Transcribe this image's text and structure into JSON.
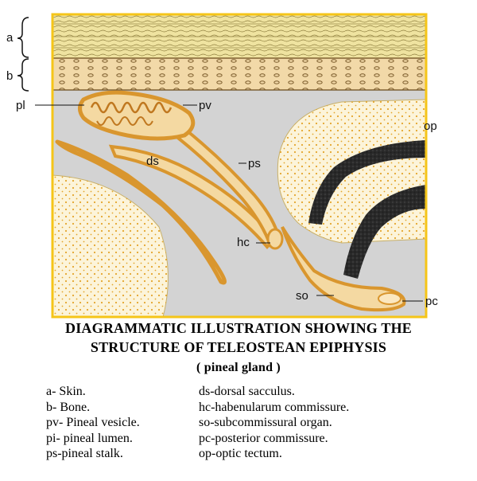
{
  "diagram": {
    "labels": {
      "a": "a",
      "b": "b",
      "pl": "pl",
      "pv": "pv",
      "ds": "ds",
      "ps": "ps",
      "hc": "hc",
      "so": "so",
      "pc": "pc",
      "op": "op"
    },
    "colors": {
      "frame": "#f5c518",
      "skin": "#efe3a0",
      "bone": "#f2d9a8",
      "cavity": "#d3d3d3",
      "tissue": "#fcf4da",
      "gland": "#d9962e",
      "gland_fill": "#f4d9a2",
      "dots": "#e3a52c",
      "tectum": "#2a2a2a"
    }
  },
  "caption": {
    "title_line1": "DIAGRAMMATIC ILLUSTRATION SHOWING THE",
    "title_line2": "STRUCTURE OF TELEOSTEAN EPIPHYSIS",
    "title_line3": "( pineal gland )"
  },
  "legend": {
    "left": [
      "a- Skin.",
      "b- Bone.",
      "pv- Pineal vesicle.",
      "pi- pineal lumen.",
      "ps-pineal stalk."
    ],
    "right": [
      "ds-dorsal sacculus.",
      "hc-habenularum commissure.",
      "so-subcommissural organ.",
      "pc-posterior commissure.",
      "op-optic tectum."
    ]
  }
}
